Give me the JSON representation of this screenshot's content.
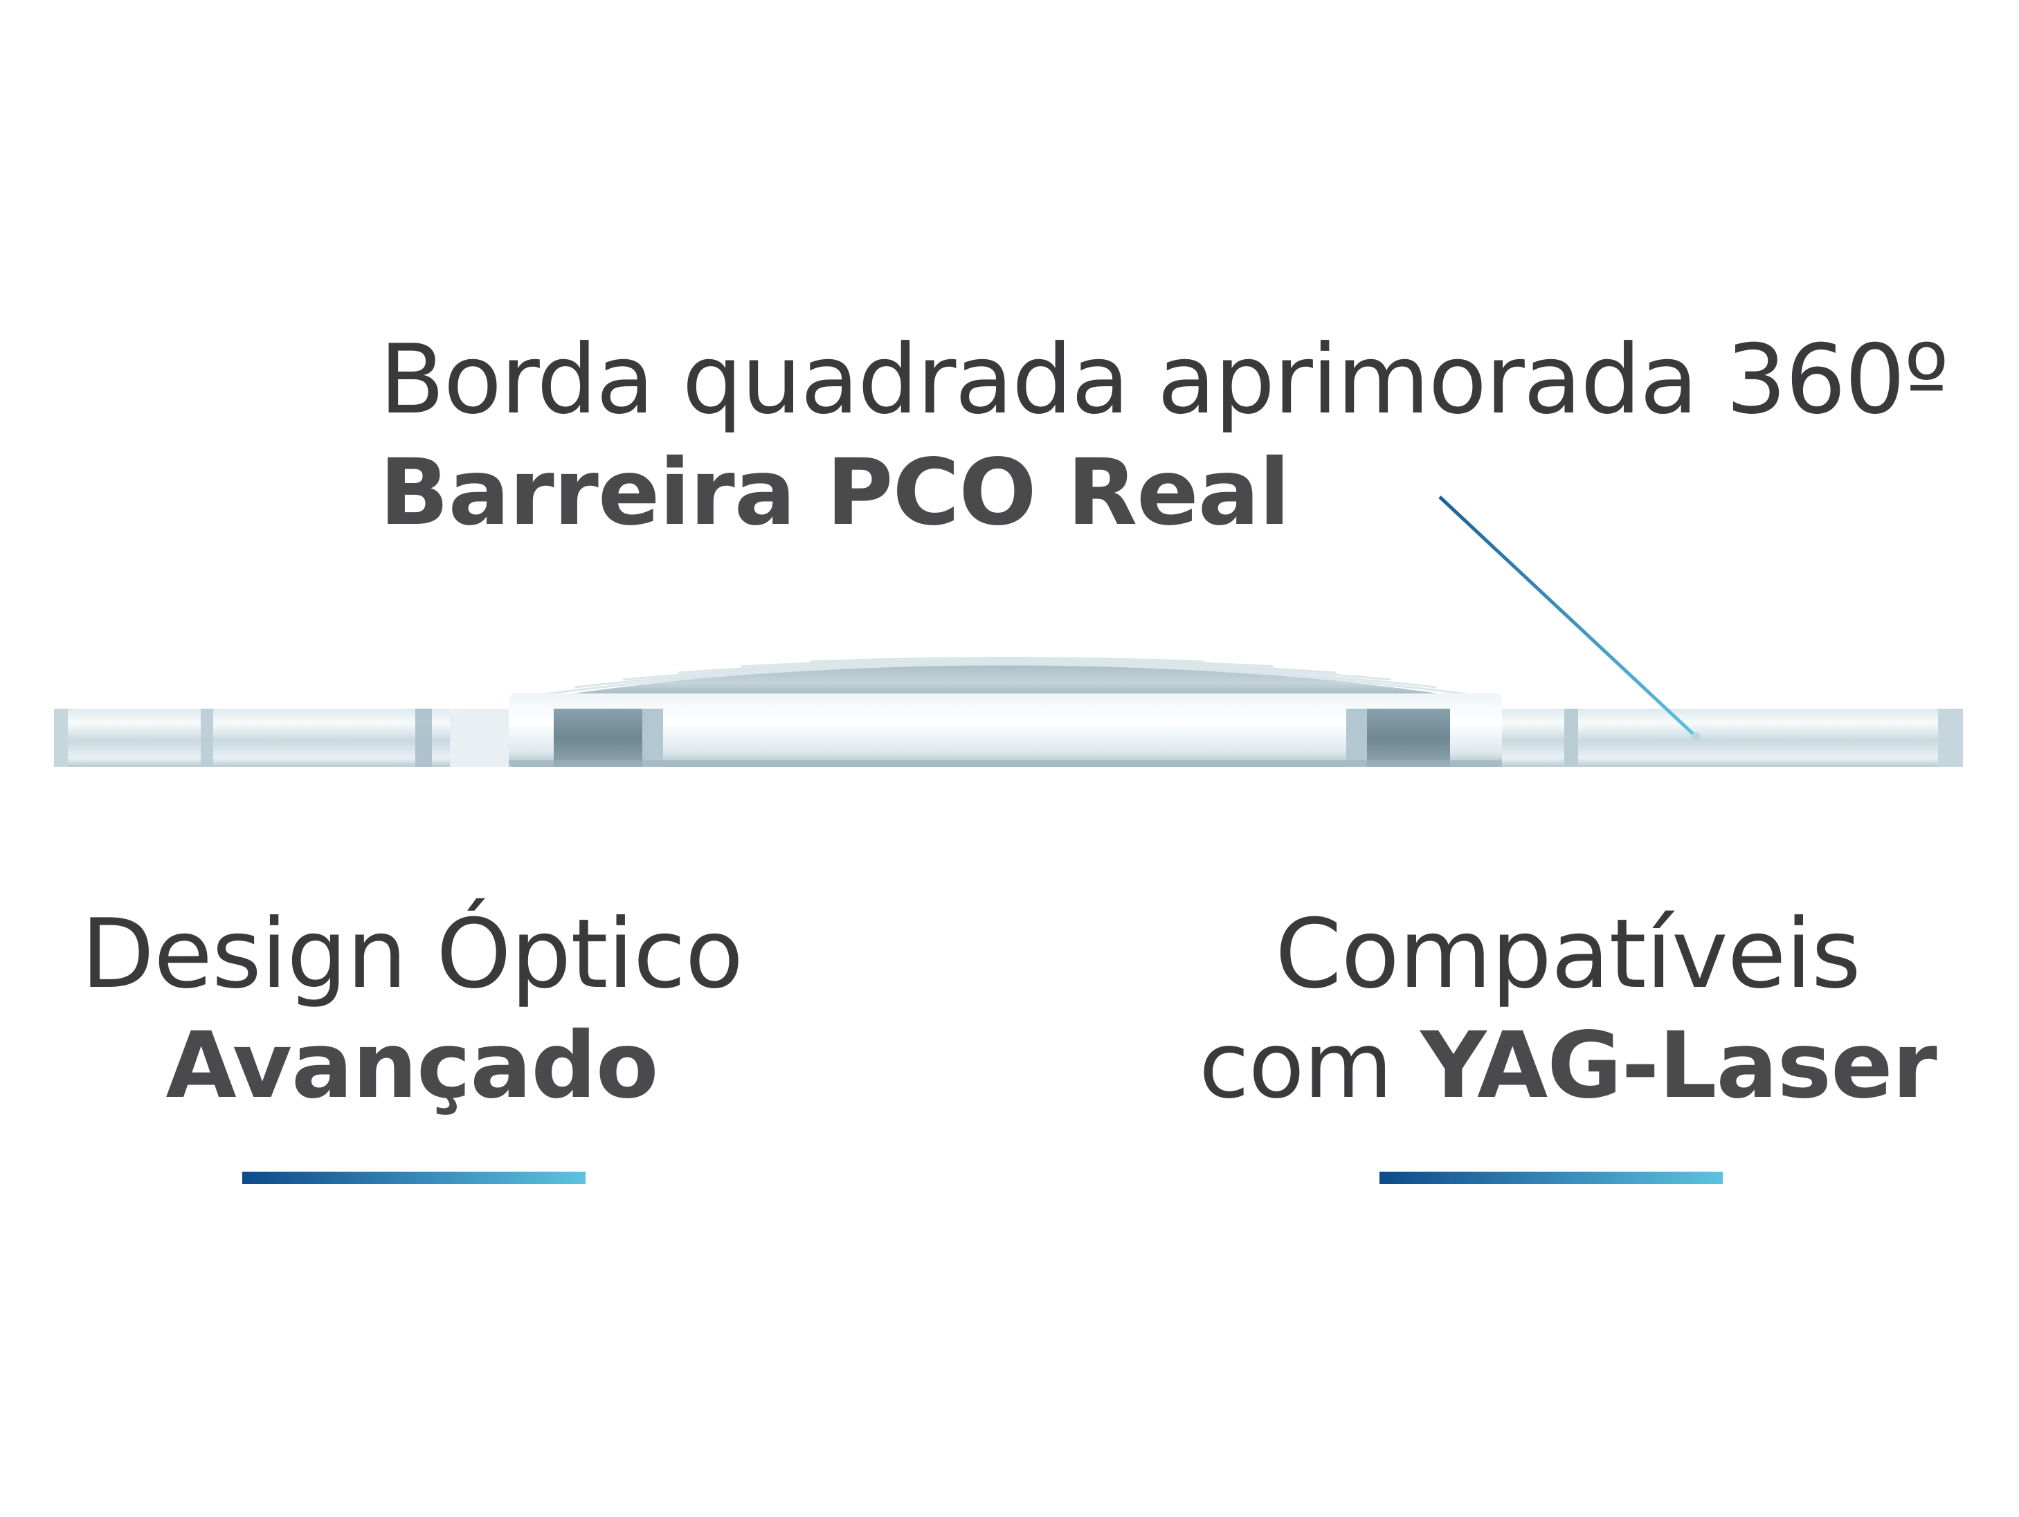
{
  "callouts": {
    "top": {
      "line1": "Borda quadrada aprimorada 360º",
      "line2": "Barreira PCO Real"
    },
    "left": {
      "line1": "Design Óptico",
      "line2": "Avançado"
    },
    "right": {
      "line1": "Compatíveis",
      "line2_prefix": "com ",
      "line2_bold": "YAG-Laser"
    }
  },
  "colors": {
    "text_light": "#3a3a3c",
    "text_bold": "#4a4a4c",
    "accent_dark": "#0d4a8c",
    "accent_light": "#5cc3e0"
  },
  "image": {
    "subject": "intraocular-lens-side-view"
  }
}
